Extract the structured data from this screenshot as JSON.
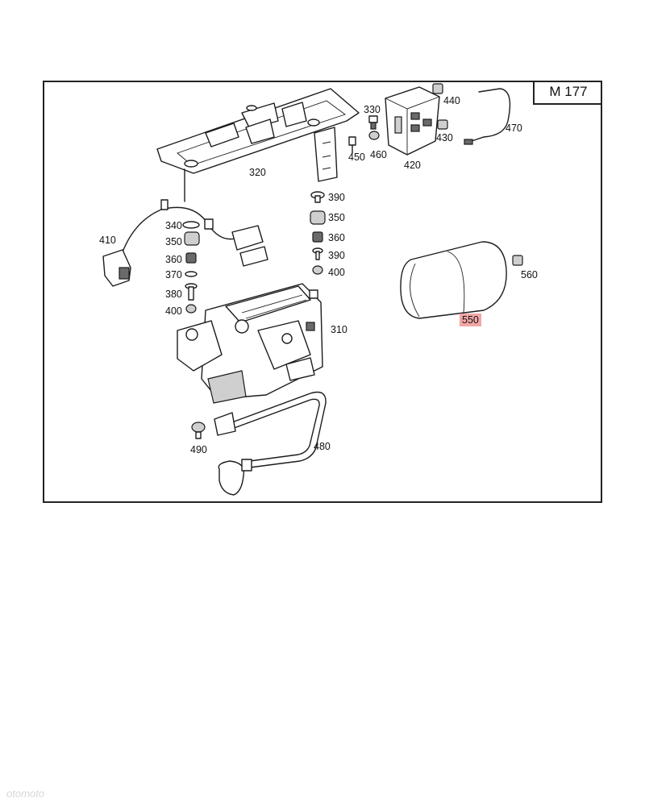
{
  "model": {
    "label": "M 177"
  },
  "callouts": [
    {
      "id": "320",
      "label": "320"
    },
    {
      "id": "330",
      "label": "330"
    },
    {
      "id": "420",
      "label": "420"
    },
    {
      "id": "430",
      "label": "430"
    },
    {
      "id": "440",
      "label": "440"
    },
    {
      "id": "450",
      "label": "450"
    },
    {
      "id": "460",
      "label": "460"
    },
    {
      "id": "470",
      "label": "470"
    },
    {
      "id": "390a",
      "label": "390"
    },
    {
      "id": "350a",
      "label": "350"
    },
    {
      "id": "360a",
      "label": "360"
    },
    {
      "id": "390b",
      "label": "390"
    },
    {
      "id": "400a",
      "label": "400"
    },
    {
      "id": "410",
      "label": "410"
    },
    {
      "id": "340",
      "label": "340"
    },
    {
      "id": "350b",
      "label": "350"
    },
    {
      "id": "360b",
      "label": "360"
    },
    {
      "id": "370",
      "label": "370"
    },
    {
      "id": "380",
      "label": "380"
    },
    {
      "id": "400b",
      "label": "400"
    },
    {
      "id": "310",
      "label": "310"
    },
    {
      "id": "490",
      "label": "490"
    },
    {
      "id": "480",
      "label": "480"
    },
    {
      "id": "550",
      "label": "550",
      "highlighted": true
    },
    {
      "id": "560",
      "label": "560"
    }
  ],
  "highlight_color": "#f3a6a6",
  "watermark": "otomoto"
}
